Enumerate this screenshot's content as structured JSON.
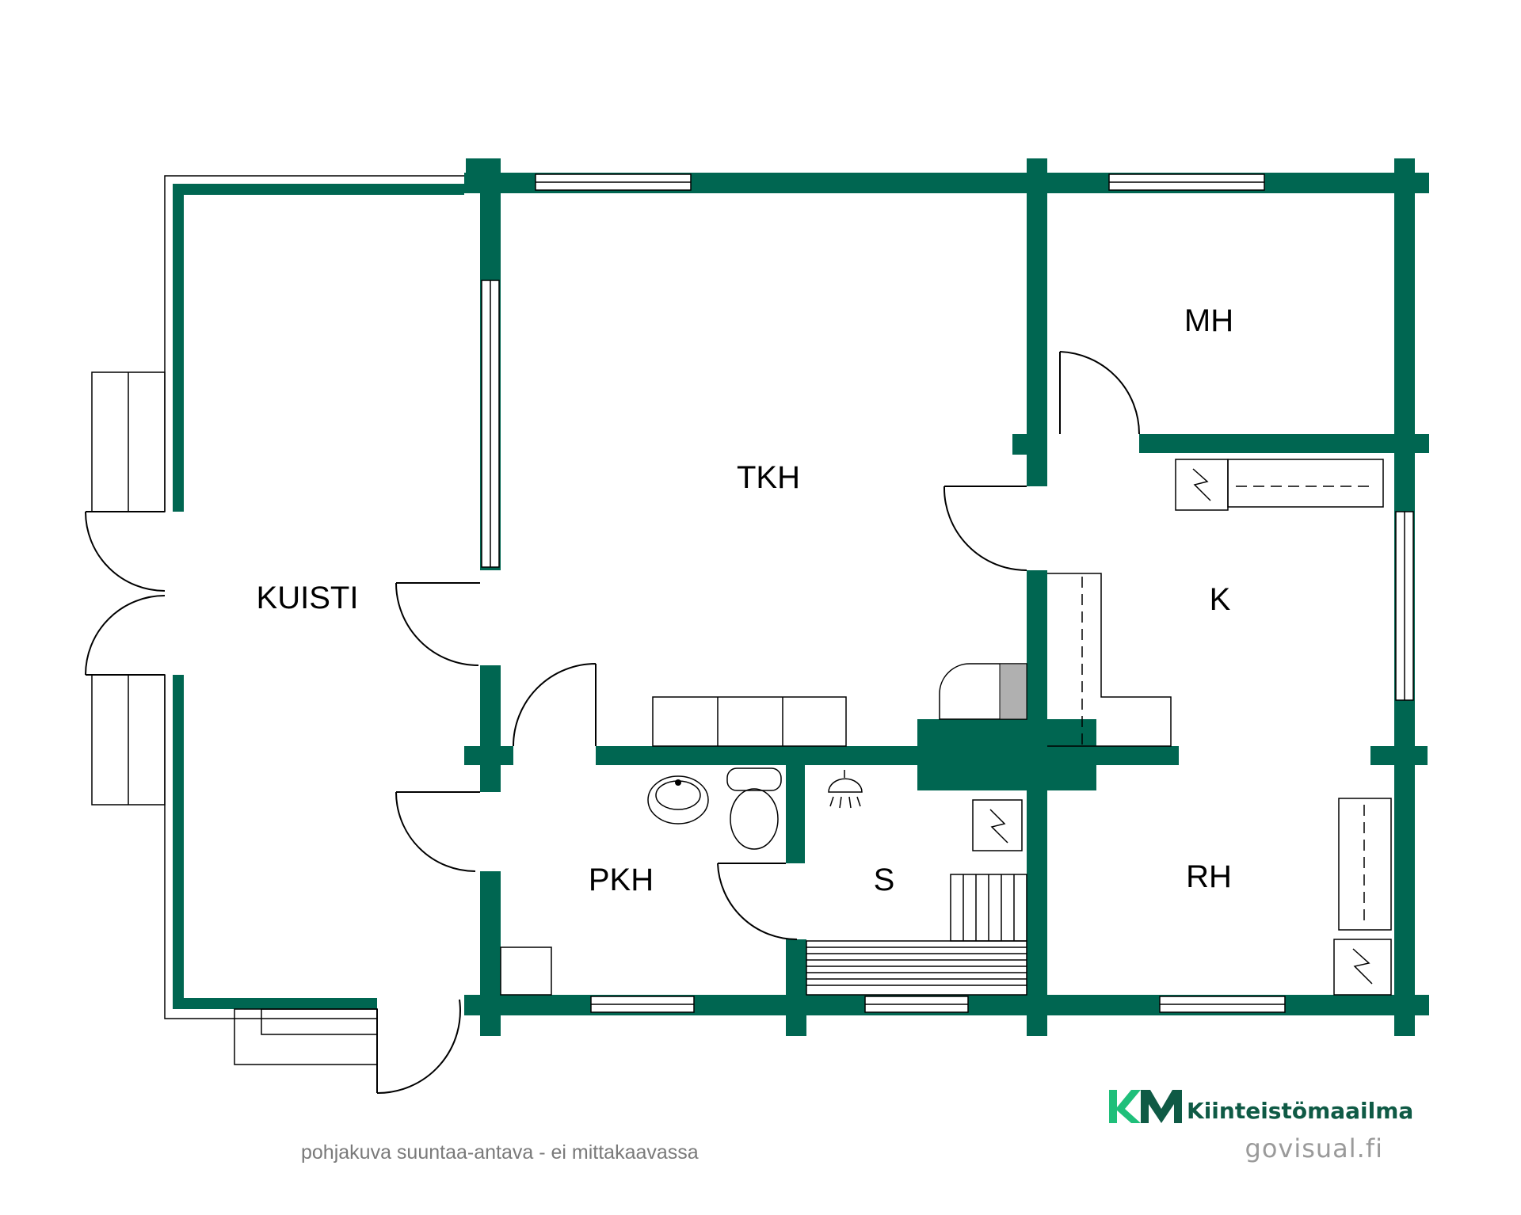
{
  "rooms": {
    "kuisti": "KUISTI",
    "tkh": "TKH",
    "mh": "MH",
    "k": "K",
    "pkh": "PKH",
    "s": "S",
    "rh": "RH"
  },
  "footer": {
    "disclaimer": "pohjakuva suuntaa-antava - ei mittakaavassa",
    "website": "govisual.fi"
  },
  "logo": {
    "mark": "KM",
    "name": "Kiinteistömaailma"
  },
  "colors": {
    "wall": "#006651",
    "brand_green": "#1fbf7a",
    "brand_dark": "#0f5a45"
  }
}
